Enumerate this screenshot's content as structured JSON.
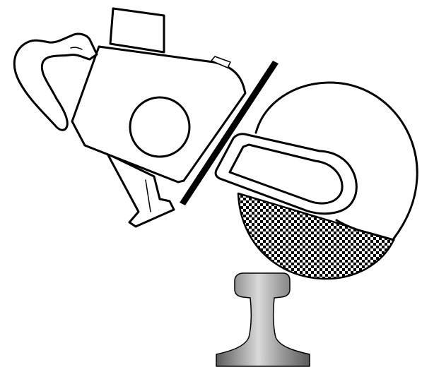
{
  "figure": {
    "subject": "rail-saw-cutting-rail",
    "colors": {
      "background": "#ffffff",
      "outline": "#000000",
      "fill": "#ffffff",
      "blade_pattern_dark": "#000000",
      "blade_pattern_light": "#ffffff",
      "rail_highlight": "#d9d9d9",
      "rail_mid": "#9a9a9a",
      "rail_shadow": "#5a5a5a"
    },
    "parts": [
      {
        "name": "rear-handle",
        "icon": "handle-icon"
      },
      {
        "name": "engine-housing",
        "icon": "engine-icon"
      },
      {
        "name": "cylinder-block",
        "icon": "cylinder-icon"
      },
      {
        "name": "throttle-trigger",
        "icon": "trigger-icon"
      },
      {
        "name": "front-bar",
        "icon": "bar-icon"
      },
      {
        "name": "blade-guard",
        "icon": "guard-icon"
      },
      {
        "name": "cutting-disc",
        "icon": "disc-icon"
      },
      {
        "name": "rail-profile",
        "icon": "rail-icon"
      }
    ],
    "labels": []
  }
}
